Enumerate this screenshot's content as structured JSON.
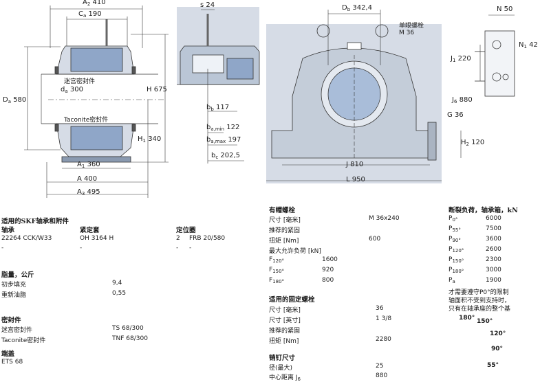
{
  "drawing": {
    "left_view": {
      "A2": {
        "label": "A",
        "sub": "2",
        "value": "410"
      },
      "Ca": {
        "label": "C",
        "sub": "a",
        "value": "190"
      },
      "Da": {
        "label": "D",
        "sub": "a",
        "value": "580"
      },
      "da": {
        "label": "d",
        "sub": "a",
        "value": "300"
      },
      "H": {
        "label": "H",
        "value": "675"
      },
      "H1": {
        "label": "H",
        "sub": "1",
        "value": "340"
      },
      "A1": {
        "label": "A",
        "sub": "1",
        "value": "360"
      },
      "A": {
        "label": "A",
        "value": "400"
      },
      "A3": {
        "label": "A",
        "sub": "3",
        "value": "495"
      },
      "seal_top": "迷宫密封件",
      "seal_bottom": "Taconite密封件"
    },
    "mid_view": {
      "s": {
        "label": "s",
        "value": "24"
      },
      "bb": {
        "label": "b",
        "sub": "b",
        "value": "117"
      },
      "ba_min": {
        "label": "b",
        "sub": "a,min",
        "value": "122"
      },
      "ba_max": {
        "label": "b",
        "sub": "a,max",
        "value": "197"
      },
      "bc": {
        "label": "b",
        "sub": "c",
        "value": "202,5"
      }
    },
    "right_view": {
      "Db": {
        "label": "D",
        "sub": "b",
        "value": "342,4"
      },
      "bolt_label": "单眼螺栓",
      "bolt_size": "M 36",
      "J": {
        "label": "J",
        "value": "810"
      },
      "L": {
        "label": "L",
        "value": "950"
      },
      "G": {
        "label": "G",
        "value": "36"
      },
      "H2": {
        "label": "H",
        "sub": "2",
        "value": "120"
      }
    },
    "side_view": {
      "N": {
        "label": "N",
        "value": "50"
      },
      "N1": {
        "label": "N",
        "sub": "1",
        "value": "42"
      },
      "J1": {
        "label": "J",
        "sub": "1",
        "value": "220"
      },
      "J6": {
        "label": "J",
        "sub": "6",
        "value": "880"
      }
    }
  },
  "col1": {
    "title": "适用的SKF轴承和附件",
    "headers": [
      "轴承",
      "紧定套",
      "定位圈"
    ],
    "rows": [
      [
        "22264 CCK/W33",
        "OH 3164 H",
        "2",
        "FRB 20/580"
      ],
      [
        "-",
        "-",
        "-",
        "-"
      ]
    ],
    "grease_title": "脂量，公斤",
    "grease": [
      {
        "label": "初步填充",
        "value": "9,4"
      },
      {
        "label": "重新油脂",
        "value": "0,55"
      }
    ],
    "seals_title": "密封件",
    "seals": [
      {
        "label": "迷宫密封件",
        "value": "TS 68/300"
      },
      {
        "label": "Taconite密封件",
        "value": "TNF 68/300"
      }
    ],
    "endcover_title": "端盖",
    "endcover": "ETS 68"
  },
  "col2": {
    "cap_title": "有帽螺栓",
    "cap_rows": [
      {
        "label": "尺寸 [毫米]",
        "value": "M 36x240"
      },
      {
        "label": "推荐的紧固",
        "value": ""
      },
      {
        "label": "扭矩 [Nm]",
        "value": "600"
      },
      {
        "label": "最大允许负荷 [kN]",
        "value": ""
      }
    ],
    "loads": [
      {
        "label": "F",
        "sub": "120°",
        "value": "1600"
      },
      {
        "label": "F",
        "sub": "150°",
        "value": "920"
      },
      {
        "label": "F",
        "sub": "180°",
        "value": "800"
      }
    ],
    "fix_title": "适用的固定螺栓",
    "fix_rows": [
      {
        "label": "尺寸 [毫米]",
        "value": "36"
      },
      {
        "label": "尺寸 [英寸]",
        "value": "1 3/8"
      },
      {
        "label": "推荐的紧固",
        "value": ""
      },
      {
        "label": "扭矩 [Nm]",
        "value": "2280"
      }
    ],
    "pin_title": "销钉尺寸",
    "pin_rows": [
      {
        "label": "径(最大)",
        "value": "25"
      },
      {
        "label": "中心距离 J",
        "sub": "6",
        "value": "880"
      }
    ]
  },
  "col3": {
    "title": "断裂负荷，轴承箱，kN",
    "rows": [
      {
        "label": "P",
        "sub": "0°",
        "value": "6000"
      },
      {
        "label": "P",
        "sub": "55°",
        "value": "7500"
      },
      {
        "label": "P",
        "sub": "90°",
        "value": "3600"
      },
      {
        "label": "P",
        "sub": "120°",
        "value": "2600"
      },
      {
        "label": "P",
        "sub": "150°",
        "value": "2300"
      },
      {
        "label": "P",
        "sub": "180°",
        "value": "3000"
      },
      {
        "label": "P",
        "sub": "a",
        "value": "1900"
      }
    ],
    "note": [
      "才需要遵守P0°的限制",
      "轴面积不受到支持时，",
      "只有在轴承座的整个基"
    ],
    "angles": [
      "180°",
      "150°",
      "120°",
      "90°",
      "55°"
    ]
  },
  "colors": {
    "bearing_blue": "#8fa6c8",
    "housing_gray": "#d6dce6",
    "line": "#333333",
    "red": "#c81e1e"
  }
}
